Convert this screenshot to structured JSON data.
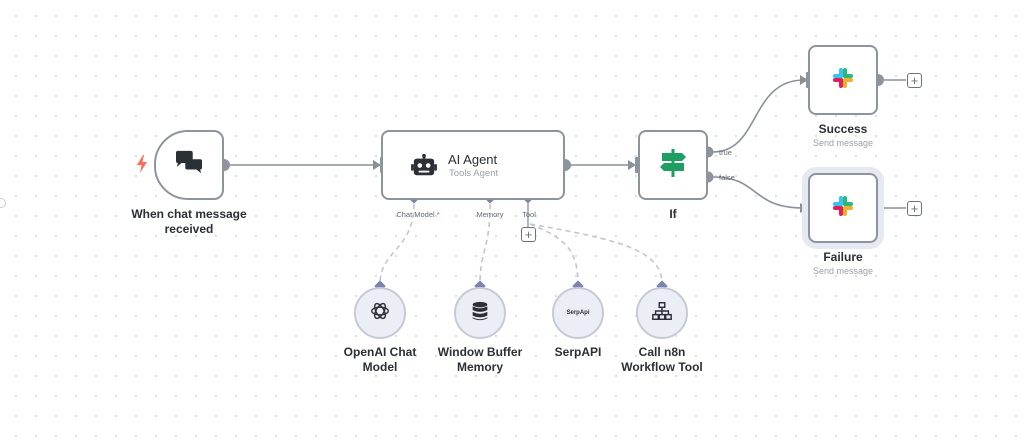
{
  "nodes": {
    "trigger": {
      "label": "When chat message received",
      "icon": "chat-bubbles-icon",
      "badge_icon": "lightning-icon"
    },
    "agent": {
      "title": "AI Agent",
      "subtitle": "Tools Agent",
      "icon": "robot-icon",
      "ports": {
        "chat_model": "Chat Model",
        "chat_model_required": "*",
        "memory": "Memory",
        "tool": "Tool"
      }
    },
    "if": {
      "label": "If",
      "icon": "signpost-icon",
      "branches": {
        "true": "true",
        "false": "false"
      }
    },
    "success": {
      "label": "Success",
      "subtitle": "Send message",
      "icon": "slack-icon"
    },
    "failure": {
      "label": "Failure",
      "subtitle": "Send message",
      "icon": "slack-icon"
    },
    "openai": {
      "label": "OpenAI Chat Model",
      "icon": "openai-icon"
    },
    "memory": {
      "label": "Window Buffer Memory",
      "icon": "database-icon"
    },
    "serpapi": {
      "label": "SerpAPI",
      "icon_text": "SerpApi"
    },
    "n8n_tool": {
      "label": "Call n8n Workflow Tool",
      "icon": "network-icon"
    }
  },
  "colors": {
    "node_border": "#8e949e",
    "edge": "#8a8f99",
    "sub_node_fill": "#eceef5",
    "diamond": "#7b83b0",
    "trigger_accent": "#ff6d5a",
    "if_green": "#1e9e63",
    "slack": [
      "#e01e5a",
      "#36c5f0",
      "#2eb67d",
      "#ecb22e"
    ]
  }
}
